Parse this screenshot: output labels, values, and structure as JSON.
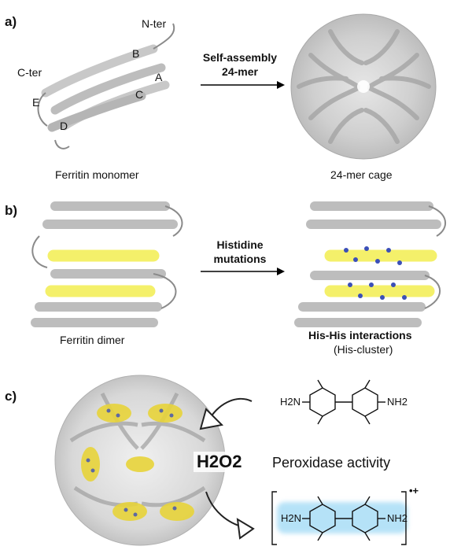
{
  "panels": {
    "a": {
      "label": "a)",
      "monomer_labels": {
        "n_ter": "N-ter",
        "c_ter": "C-ter",
        "A": "A",
        "B": "B",
        "C": "C",
        "D": "D",
        "E": "E"
      },
      "arrow_text_1": "Self-assembly",
      "arrow_text_2": "24-mer",
      "left_caption": "Ferritin monomer",
      "right_caption": "24-mer cage"
    },
    "b": {
      "label": "b)",
      "arrow_text_1": "Histidine",
      "arrow_text_2": "mutations",
      "left_caption": "Ferritin dimer",
      "right_caption_1": "His-His interactions",
      "right_caption_2": "(His-cluster)"
    },
    "c": {
      "label": "c)",
      "reagent_left": "H2N",
      "reagent_right": "NH2",
      "oxidant": "H2O2",
      "activity": "Peroxidase activity",
      "product_left": "H2N",
      "product_right": "NH2",
      "charge": "•+"
    }
  },
  "colors": {
    "helix_gray": "#bdbdbd",
    "helix_yellow": "#f4f06a",
    "product_glow": "#6ec6f0"
  }
}
